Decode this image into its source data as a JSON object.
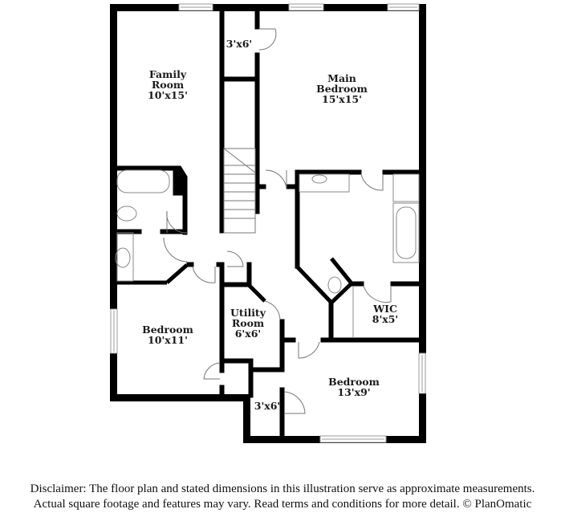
{
  "floorplan": {
    "rooms": [
      {
        "id": "family-room",
        "name": "Family Room",
        "name_lines": [
          "Family",
          "Room"
        ],
        "dimensions": "10'x15'"
      },
      {
        "id": "closet-top",
        "name": "",
        "name_lines": [],
        "dimensions": "3'x6'"
      },
      {
        "id": "main-bedroom",
        "name": "Main Bedroom",
        "name_lines": [
          "Main",
          "Bedroom"
        ],
        "dimensions": "15'x15'"
      },
      {
        "id": "bedroom-left",
        "name": "Bedroom",
        "name_lines": [
          "Bedroom"
        ],
        "dimensions": "10'x11'"
      },
      {
        "id": "utility-room",
        "name": "Utility Room",
        "name_lines": [
          "Utility",
          "Room"
        ],
        "dimensions": "6'x6'"
      },
      {
        "id": "wic",
        "name": "WIC",
        "name_lines": [
          "WIC"
        ],
        "dimensions": "8'x5'"
      },
      {
        "id": "bedroom-right",
        "name": "Bedroom",
        "name_lines": [
          "Bedroom"
        ],
        "dimensions": "13'x9'"
      },
      {
        "id": "closet-bottom",
        "name": "",
        "name_lines": [],
        "dimensions": "3'x6'"
      }
    ],
    "colors": {
      "wall": "#000000",
      "fixture": "#888888",
      "background": "#ffffff"
    }
  },
  "disclaimer": {
    "line1": "Disclaimer: The floor plan and stated dimensions in this illustration serve as approximate measurements.",
    "line2": "Actual square footage and features may vary. Read terms and conditions for more detail. © PlanOmatic"
  }
}
